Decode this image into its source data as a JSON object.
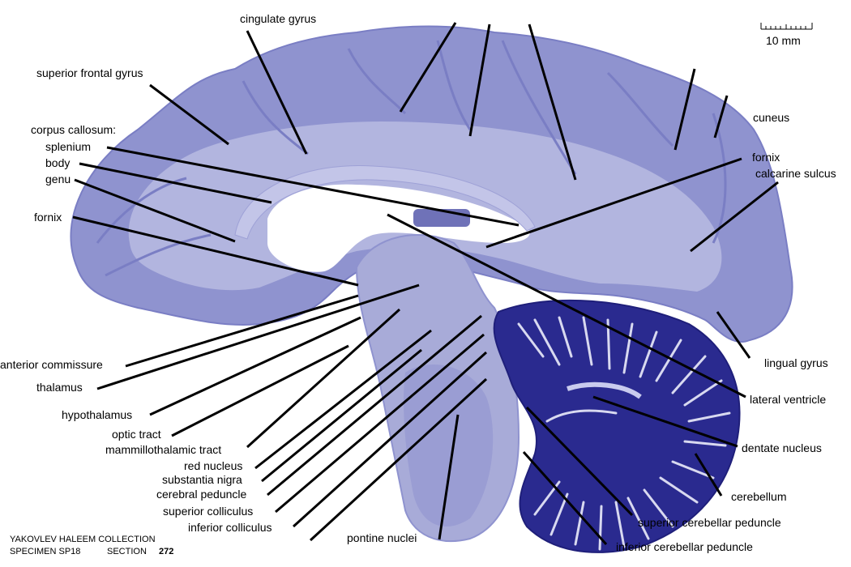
{
  "labels": {
    "cingulate_gyrus": "cingulate gyrus",
    "superior_frontal_gyrus": "superior frontal gyrus",
    "corpus_callosum": "corpus callosum:",
    "splenium": "splenium",
    "body": "body",
    "genu": "genu",
    "fornix_left": "fornix",
    "anterior_commissure": "anterior commissure",
    "thalamus": "thalamus",
    "hypothalamus": "hypothalamus",
    "optic_tract": "optic tract",
    "mammillothalamic_tract": "mammillothalamic tract",
    "red_nucleus": "red nucleus",
    "substantia_nigra": "substantia nigra",
    "cerebral_peduncle": "cerebral peduncle",
    "superior_colliculus": "superior colliculus",
    "inferior_colliculus": "inferior colliculus",
    "pontine_nuclei": "pontine nuclei",
    "cuneus": "cuneus",
    "fornix_right": "fornix",
    "calcarine_sulcus": "calcarine sulcus",
    "lingual_gyrus": "lingual gyrus",
    "lateral_ventricle": "lateral ventricle",
    "dentate_nucleus": "dentate nucleus",
    "cerebellum": "cerebellum",
    "superior_cerebellar_peduncle": "superior cerebellar peduncle",
    "inferior_cerebellar_peduncle": "inferior cerebellar peduncle"
  },
  "scale_bar": {
    "label": "10 mm"
  },
  "credit": {
    "line1": "YAKOVLEV HALEEM COLLECTION",
    "specimen": "SPECIMEN SP18",
    "section_label": "SECTION",
    "section_number": "272"
  },
  "colors": {
    "cortex": "#8f93cf",
    "cortex_dark": "#6f72b8",
    "white_matter": "#b2b5df",
    "cerebellum": "#2a2a8f",
    "cerebellum_folia": "#d8d9f0",
    "brainstem": "#a8abd8",
    "leader_line": "#000000"
  }
}
